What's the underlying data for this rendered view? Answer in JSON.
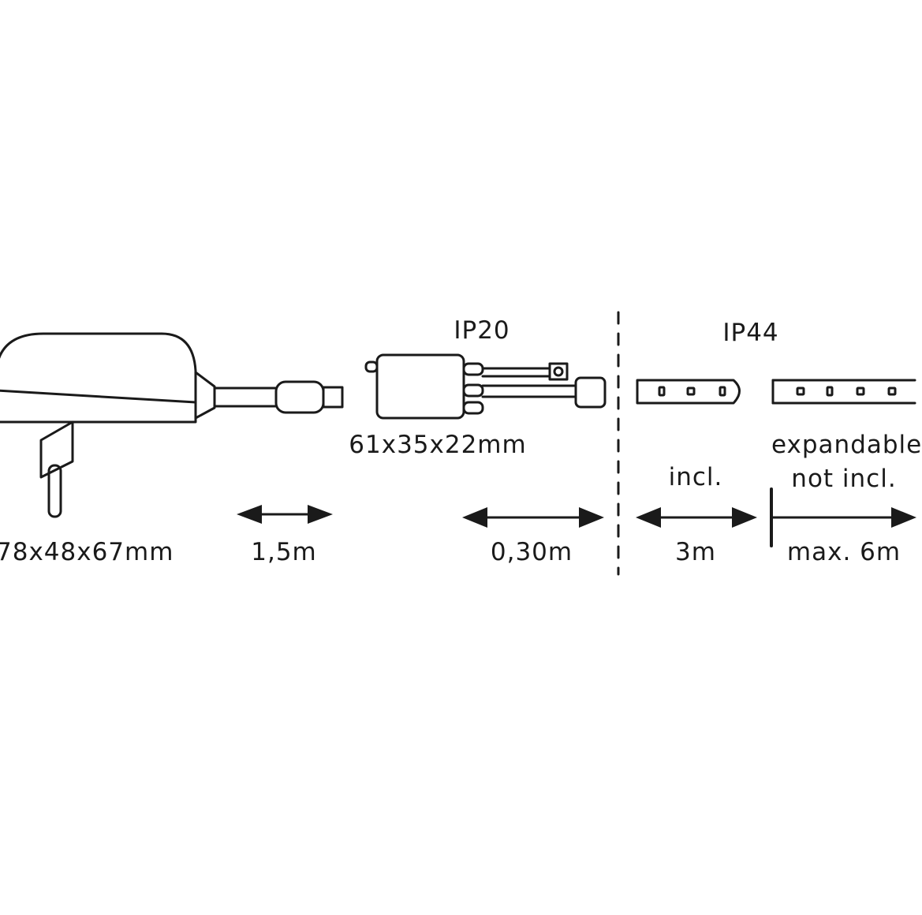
{
  "colors": {
    "line": "#1a1a1a",
    "background": "#ffffff"
  },
  "labels": {
    "adapter_dims": "78x48x67mm",
    "cable_1": "1,5m",
    "ip_controller": "IP20",
    "controller_dims": "61x35x22mm",
    "cable_2": "0,30m",
    "ip_strip": "IP44",
    "strip_included": "incl.",
    "strip_length": "3m",
    "expandable": "expandable",
    "not_included": "not incl.",
    "max_length": "max. 6m"
  }
}
